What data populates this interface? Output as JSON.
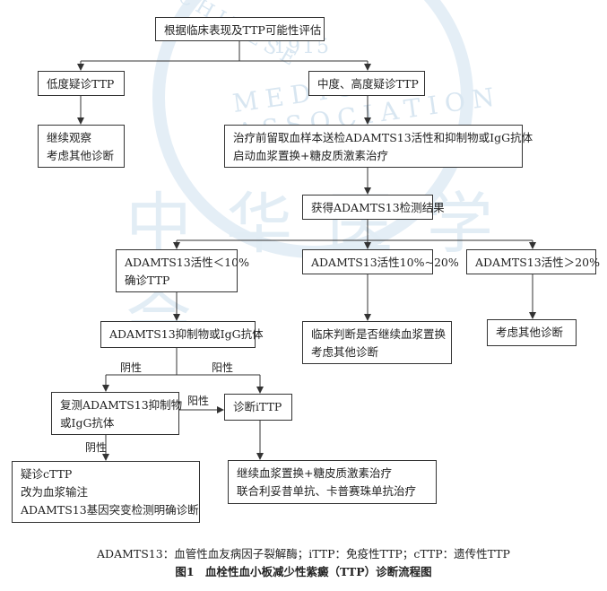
{
  "watermark": {
    "arc_left": "CHINESE",
    "arc_mid": "MEDICAL ASSOCIATION",
    "year": "1915",
    "big": "中华医学会"
  },
  "nodes": {
    "assess": "根据临床表现及TTP可能性评估",
    "low": "低度疑诊TTP",
    "midhigh": "中度、高度疑诊TTP",
    "observe": [
      "继续观察",
      "考虑其他诊断"
    ],
    "pretreat": [
      "治疗前留取血样本送检ADAMTS13活性和抑制物或IgG抗体",
      "启动血浆置换+糖皮质激素治疗"
    ],
    "result": "获得ADAMTS13检测结果",
    "lt10": [
      "ADAMTS13活性＜10%",
      "确诊TTP"
    ],
    "mid10_20": "ADAMTS13活性10%~20%",
    "gt20": "ADAMTS13活性＞20%",
    "inhibitor": "ADAMTS13抑制物或IgG抗体",
    "clinical": [
      "临床判断是否继续血浆置换",
      "考虑其他诊断"
    ],
    "other": "考虑其他诊断",
    "retest": [
      "复测ADAMTS13抑制物",
      "或IgG抗体"
    ],
    "ittp": "诊断iTTP",
    "cttp": [
      "疑诊cTTP",
      "改为血浆输注",
      "ADAMTS13基因突变检测明确诊断"
    ],
    "continue": [
      "继续血浆置换+糖皮质激素治疗",
      "联合利妥昔单抗、卡普赛珠单抗治疗"
    ]
  },
  "edge_labels": {
    "neg1": "阴性",
    "pos1": "阳性",
    "pos2": "阳性",
    "neg2": "阴性"
  },
  "footnote": "ADAMTS13：血管性血友病因子裂解酶；iTTP：免疫性TTP；cTTP：遗传性TTP",
  "caption": "图1　血栓性血小板减少性紫癜（TTP）诊断流程图"
}
